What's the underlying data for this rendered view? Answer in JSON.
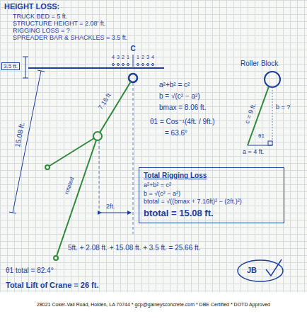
{
  "diagram": {
    "title": "HEIGHT LOSS:",
    "nodes": [
      {
        "text": [
          "Total Rigging Loss",
          "a²+b² = c²",
          "b = √(c² − a²)",
          "btotal = √((bmax + 7.16ft)² − (2ft.)²)",
          "btotal = 15.08 ft."
        ]
      }
    ],
    "labels": [
      "TRUCK BED = 5 ft.",
      "STRUCTURE HEIGHT = 2.08' ft.",
      "RIGGING LOSS = ?",
      "SPREADER BAR & SHACKLES = 3.5 ft.",
      "C",
      "4",
      "3",
      "2",
      "1",
      "1",
      "2",
      "3",
      "4",
      "3.5 ft.",
      "15.08 ft.",
      "7.16 ft",
      "rotated",
      "2ft.",
      "a²+b² = c²",
      "b = √(c² − a²)",
      "bmax = 8.06 ft.",
      "θ1 = Cos⁻¹(4ft. / 9ft.)",
      "= 63.6°",
      "Roller Block",
      "c = 9 ft.",
      "b = ?",
      "θ1",
      "a = 4 ft.",
      "5ft. + 2.08 ft. + 15.08 ft. + 3.5 ft. = 25.66 ft.",
      "θ1 total = 82.4°",
      "Total Lift of Crane = 26 ft.",
      "JB",
      "28021 Coker-Vail Road, Holden, LA 70744 * gcp@gaineysconcrete.com * DBE Certified * DOTD Approved"
    ]
  }
}
